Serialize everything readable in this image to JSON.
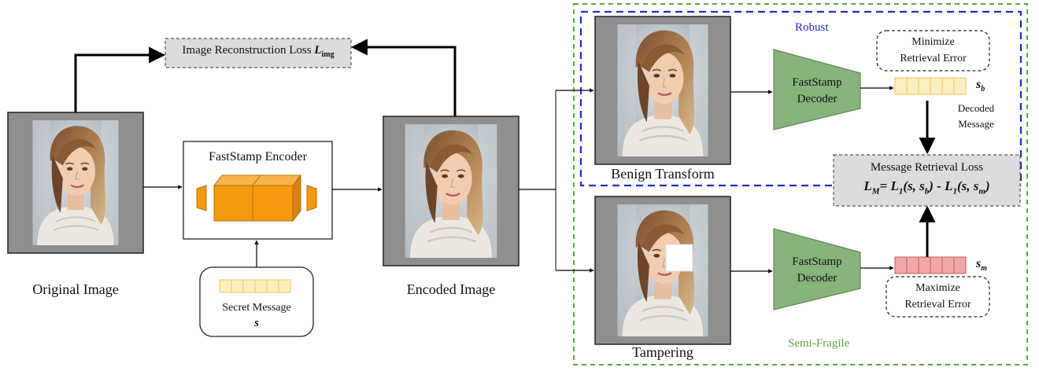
{
  "loss_image": {
    "text": "Image Reconstruction Loss ",
    "sym": "L",
    "sub": "img"
  },
  "original": {
    "caption": "Original Image"
  },
  "encoder": {
    "title": "FastStamp Encoder"
  },
  "secret": {
    "label": "Secret Message",
    "symbol": "s"
  },
  "encoded": {
    "caption": "Encoded Image"
  },
  "robust": {
    "title": "Robust",
    "caption": "Benign Transform",
    "decoder_line1": "FastStamp",
    "decoder_line2": "Decoder",
    "note_line1": "Minimize",
    "note_line2": "Retrieval Error",
    "msg_symbol": "s",
    "msg_sub": "b",
    "decoded_line1": "Decoded",
    "decoded_line2": "Message"
  },
  "message_loss": {
    "title": "Message Retrieval Loss",
    "formula": {
      "L": "L",
      "M": "M",
      "eq": "= ",
      "l1a": "L",
      "one_a": "1",
      "arg_a_open": "(s, s",
      "arg_a_sub": "b",
      "minus": ") - ",
      "l1b": "L",
      "one_b": "1",
      "arg_b_open": "(s, s",
      "arg_b_sub": "m",
      "close": ")"
    }
  },
  "semi_fragile": {
    "title": "Semi-Fragile",
    "caption": "Tampering",
    "decoder_line1": "FastStamp",
    "decoder_line2": "Decoder",
    "note_line1": "Maximize",
    "note_line2": "Retrieval Error",
    "msg_symbol": "s",
    "msg_sub": "m"
  },
  "colors": {
    "encoder_orange": "#f59a0d",
    "decoder_green": "#86b47a",
    "message_yellow": "#fdf0c0",
    "message_red": "#f2a6a6",
    "robust_border": "#1f2bd6",
    "semi_fragile_border": "#5da63f",
    "loss_box_fill": "#dcdcdc",
    "photo_frame": "#8f8f8f"
  }
}
